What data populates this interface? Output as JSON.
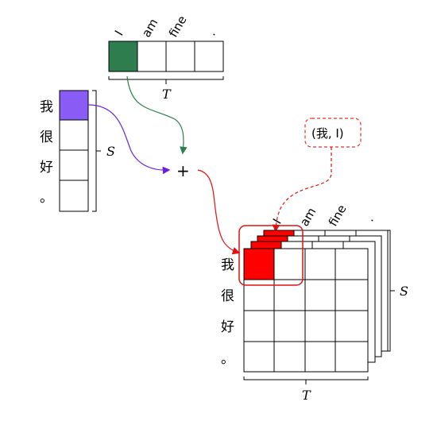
{
  "target": {
    "tokens": [
      "I",
      "am",
      "fine",
      "."
    ],
    "highlighted_index": 0,
    "label": "T"
  },
  "source": {
    "tokens": [
      "我",
      "很",
      "好",
      "。"
    ],
    "highlighted_index": 0,
    "label": "S"
  },
  "combine_operator": "+",
  "callout": {
    "text": "(我, I)"
  },
  "grid": {
    "col_tokens": [
      "I",
      "am",
      "fine",
      "."
    ],
    "row_tokens": [
      "我",
      "很",
      "好",
      "。"
    ],
    "col_label": "T",
    "depth_label": "S"
  },
  "colors": {
    "target_highlight": "#2e7d4f",
    "source_highlight": "#8a5cf6",
    "grid_highlight": "#ff0000",
    "arrow_green": "#2e7d4f",
    "arrow_purple": "#6a1fe0",
    "arrow_red": "#e01010",
    "callout_border": "#e23030"
  }
}
